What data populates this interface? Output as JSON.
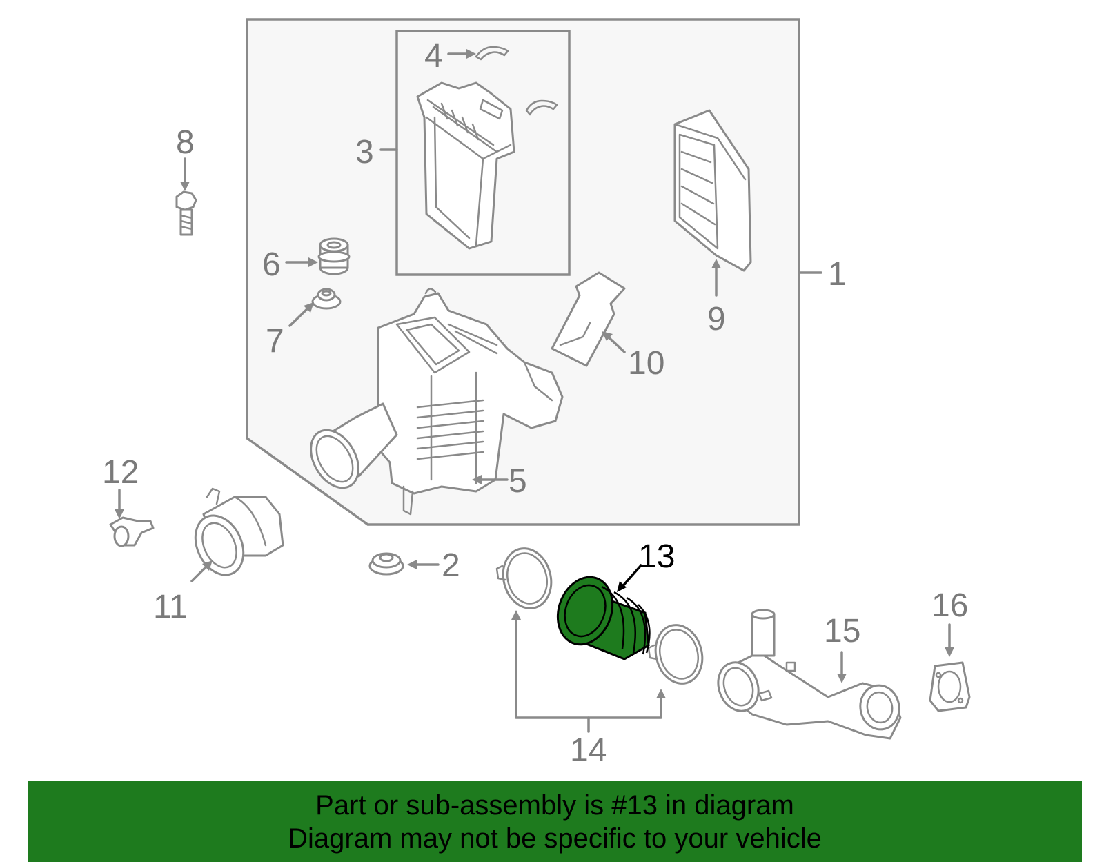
{
  "diagram": {
    "callouts": [
      {
        "id": "1",
        "text": "1"
      },
      {
        "id": "2",
        "text": "2"
      },
      {
        "id": "3",
        "text": "3"
      },
      {
        "id": "4",
        "text": "4"
      },
      {
        "id": "5",
        "text": "5"
      },
      {
        "id": "6",
        "text": "6"
      },
      {
        "id": "7",
        "text": "7"
      },
      {
        "id": "8",
        "text": "8"
      },
      {
        "id": "9",
        "text": "9"
      },
      {
        "id": "10",
        "text": "10"
      },
      {
        "id": "11",
        "text": "11"
      },
      {
        "id": "12",
        "text": "12"
      },
      {
        "id": "13",
        "text": "13"
      },
      {
        "id": "14",
        "text": "14"
      },
      {
        "id": "15",
        "text": "15"
      },
      {
        "id": "16",
        "text": "16"
      }
    ],
    "highlighted_part": "13",
    "colors": {
      "line_art": "#8a8a8a",
      "highlight_fill": "#1e7b1e",
      "banner_bg": "#1e7b1e",
      "assembly_bg": "#f7f7f7"
    }
  },
  "banner": {
    "line1": "Part or sub-assembly is #13 in diagram",
    "line2": "Diagram may not be specific to your vehicle"
  }
}
